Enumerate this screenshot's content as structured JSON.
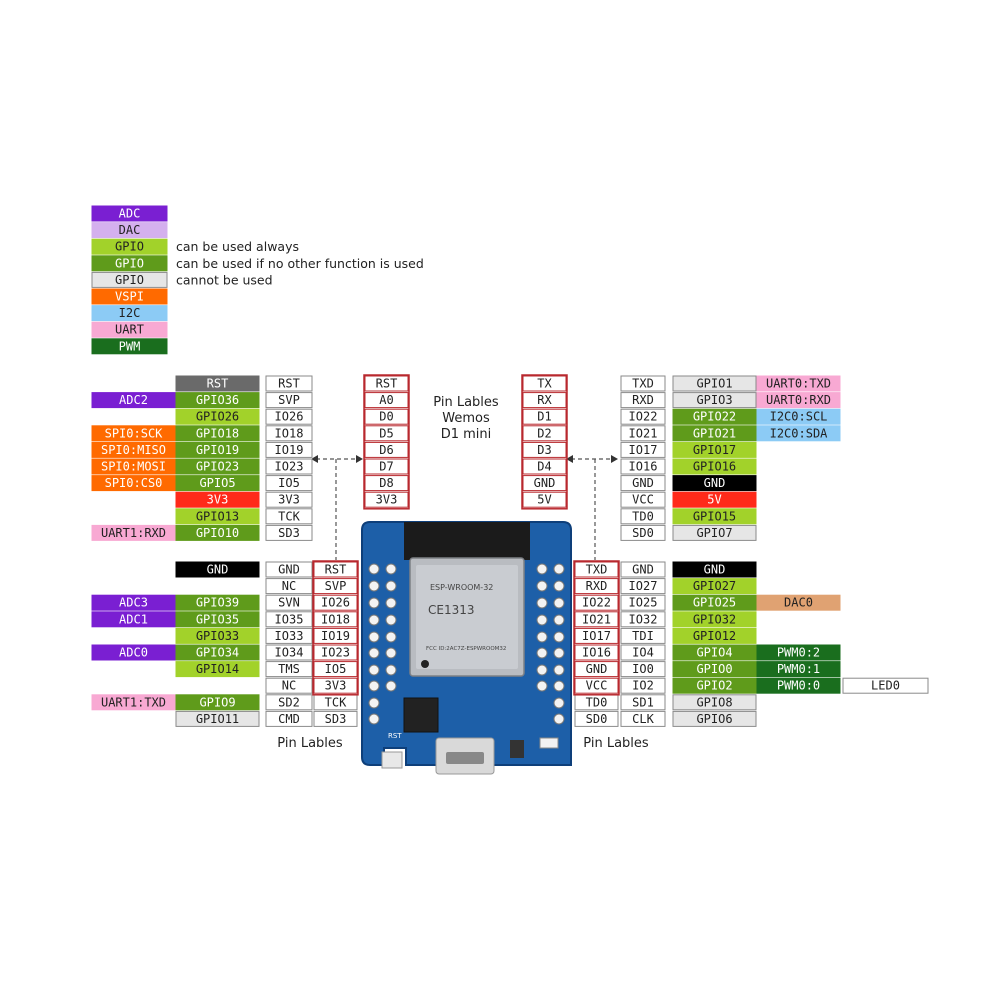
{
  "colors": {
    "ADC": "#7a1fd2",
    "DAC": "#d4b0ee",
    "GPIO_ALWAYS": "#a2d22a",
    "GPIO_COND": "#5f9b1b",
    "GPIO_NO": "#e6e6e6",
    "VSPI": "#ff6a00",
    "I2C": "#8ccbf5",
    "UART": "#f8a9d3",
    "PWM": "#1a6e1e",
    "RST": "#6a6a6a",
    "VCC": "#ff2a1a",
    "GND": "#000000",
    "DACO": "#e0a272",
    "WHITE": "#ffffff",
    "PIN_BORDER": "#b8282e",
    "BORDER": "#8a8a8a"
  },
  "legend": [
    {
      "label": "ADC",
      "color": "ADC",
      "note": ""
    },
    {
      "label": "DAC",
      "color": "DAC",
      "note": ""
    },
    {
      "label": "GPIO",
      "color": "GPIO_ALWAYS",
      "note": "can be used always"
    },
    {
      "label": "GPIO",
      "color": "GPIO_COND",
      "note": "can be used if no other function is used"
    },
    {
      "label": "GPIO",
      "color": "GPIO_NO",
      "note": "cannot be used"
    },
    {
      "label": "VSPI",
      "color": "VSPI",
      "note": ""
    },
    {
      "label": "I2C",
      "color": "I2C",
      "note": ""
    },
    {
      "label": "UART",
      "color": "UART",
      "note": ""
    },
    {
      "label": "PWM",
      "color": "PWM",
      "note": ""
    }
  ],
  "captions": {
    "center": [
      "Pin Lables",
      "Wemos",
      "D1 mini"
    ],
    "left_bottom": "Pin Lables",
    "right_bottom": "Pin Lables"
  },
  "board": {
    "module_label": "ESP-WROOM-32",
    "module_code": "CE1313",
    "module_fcc": "FCC ID:2AC7Z-ESPWROOM32",
    "rst_label": "RST"
  },
  "upper_left": [
    {
      "func": "",
      "gpio": "RST",
      "gpio_color": "RST",
      "pin": "RST"
    },
    {
      "func": "ADC2",
      "func_color": "ADC",
      "gpio": "GPIO36",
      "gpio_color": "GPIO_COND",
      "pin": "SVP"
    },
    {
      "func": "",
      "gpio": "GPIO26",
      "gpio_color": "GPIO_ALWAYS",
      "pin": "IO26"
    },
    {
      "func": "SPI0:SCK",
      "func_color": "VSPI",
      "gpio": "GPIO18",
      "gpio_color": "GPIO_COND",
      "pin": "IO18"
    },
    {
      "func": "SPI0:MISO",
      "func_color": "VSPI",
      "gpio": "GPIO19",
      "gpio_color": "GPIO_COND",
      "pin": "IO19"
    },
    {
      "func": "SPI0:MOSI",
      "func_color": "VSPI",
      "gpio": "GPIO23",
      "gpio_color": "GPIO_COND",
      "pin": "IO23"
    },
    {
      "func": "SPI0:CS0",
      "func_color": "VSPI",
      "gpio": "GPIO5",
      "gpio_color": "GPIO_COND",
      "pin": "IO5"
    },
    {
      "func": "",
      "gpio": "3V3",
      "gpio_color": "VCC",
      "pin": "3V3"
    },
    {
      "func": "",
      "gpio": "GPIO13",
      "gpio_color": "GPIO_ALWAYS",
      "pin": "TCK"
    },
    {
      "func": "UART1:RXD",
      "func_color": "UART",
      "gpio": "GPIO10",
      "gpio_color": "GPIO_COND",
      "pin": "SD3"
    }
  ],
  "wemos_left": [
    "RST",
    "A0",
    "D0",
    "D5",
    "D6",
    "D7",
    "D8",
    "3V3"
  ],
  "wemos_right": [
    "TX",
    "RX",
    "D1",
    "D2",
    "D3",
    "D4",
    "GND",
    "5V"
  ],
  "upper_right": [
    {
      "pin": "TXD",
      "gpio": "GPIO1",
      "gpio_color": "GPIO_NO",
      "func": "UART0:TXD",
      "func_color": "UART"
    },
    {
      "pin": "RXD",
      "gpio": "GPIO3",
      "gpio_color": "GPIO_NO",
      "func": "UART0:RXD",
      "func_color": "UART"
    },
    {
      "pin": "IO22",
      "gpio": "GPIO22",
      "gpio_color": "GPIO_COND",
      "func": "I2C0:SCL",
      "func_color": "I2C"
    },
    {
      "pin": "IO21",
      "gpio": "GPIO21",
      "gpio_color": "GPIO_COND",
      "func": "I2C0:SDA",
      "func_color": "I2C"
    },
    {
      "pin": "IO17",
      "gpio": "GPIO17",
      "gpio_color": "GPIO_ALWAYS",
      "func": ""
    },
    {
      "pin": "IO16",
      "gpio": "GPIO16",
      "gpio_color": "GPIO_ALWAYS",
      "func": ""
    },
    {
      "pin": "GND",
      "gpio": "GND",
      "gpio_color": "GND",
      "func": ""
    },
    {
      "pin": "VCC",
      "gpio": "5V",
      "gpio_color": "VCC",
      "func": ""
    },
    {
      "pin": "TD0",
      "gpio": "GPIO15",
      "gpio_color": "GPIO_ALWAYS",
      "func": ""
    },
    {
      "pin": "SD0",
      "gpio": "GPIO7",
      "gpio_color": "GPIO_NO",
      "func": ""
    }
  ],
  "lower_left": [
    {
      "func": "",
      "gpio": "GND",
      "gpio_color": "GND",
      "pin_out": "GND",
      "pin_in": "RST"
    },
    {
      "func": "",
      "gpio": "",
      "gpio_color": "",
      "pin_out": "NC",
      "pin_in": "SVP"
    },
    {
      "func": "ADC3",
      "func_color": "ADC",
      "gpio": "GPIO39",
      "gpio_color": "GPIO_COND",
      "pin_out": "SVN",
      "pin_in": "IO26"
    },
    {
      "func": "ADC1",
      "func_color": "ADC",
      "gpio": "GPIO35",
      "gpio_color": "GPIO_COND",
      "pin_out": "IO35",
      "pin_in": "IO18"
    },
    {
      "func": "",
      "gpio": "GPIO33",
      "gpio_color": "GPIO_ALWAYS",
      "pin_out": "IO33",
      "pin_in": "IO19"
    },
    {
      "func": "ADC0",
      "func_color": "ADC",
      "gpio": "GPIO34",
      "gpio_color": "GPIO_COND",
      "pin_out": "IO34",
      "pin_in": "IO23"
    },
    {
      "func": "",
      "gpio": "GPIO14",
      "gpio_color": "GPIO_ALWAYS",
      "pin_out": "TMS",
      "pin_in": "IO5"
    },
    {
      "func": "",
      "gpio": "",
      "gpio_color": "",
      "pin_out": "NC",
      "pin_in": "3V3"
    },
    {
      "func": "UART1:TXD",
      "func_color": "UART",
      "gpio": "GPIO9",
      "gpio_color": "GPIO_COND",
      "pin_out": "SD2",
      "pin_in": "TCK"
    },
    {
      "func": "",
      "gpio": "GPIO11",
      "gpio_color": "GPIO_NO",
      "pin_out": "CMD",
      "pin_in": "SD3"
    }
  ],
  "lower_right": [
    {
      "pin_in": "TXD",
      "pin_out": "GND",
      "gpio": "GND",
      "gpio_color": "GND",
      "func": "",
      "extra": ""
    },
    {
      "pin_in": "RXD",
      "pin_out": "IO27",
      "gpio": "GPIO27",
      "gpio_color": "GPIO_ALWAYS",
      "func": "",
      "extra": ""
    },
    {
      "pin_in": "IO22",
      "pin_out": "IO25",
      "gpio": "GPIO25",
      "gpio_color": "GPIO_COND",
      "func": "DAC0",
      "func_color": "DACO",
      "extra": ""
    },
    {
      "pin_in": "IO21",
      "pin_out": "IO32",
      "gpio": "GPIO32",
      "gpio_color": "GPIO_ALWAYS",
      "func": "",
      "extra": ""
    },
    {
      "pin_in": "IO17",
      "pin_out": "TDI",
      "gpio": "GPIO12",
      "gpio_color": "GPIO_ALWAYS",
      "func": "",
      "extra": ""
    },
    {
      "pin_in": "IO16",
      "pin_out": "IO4",
      "gpio": "GPIO4",
      "gpio_color": "GPIO_COND",
      "func": "PWM0:2",
      "func_color": "PWM",
      "extra": ""
    },
    {
      "pin_in": "GND",
      "pin_out": "IO0",
      "gpio": "GPIO0",
      "gpio_color": "GPIO_COND",
      "func": "PWM0:1",
      "func_color": "PWM",
      "extra": ""
    },
    {
      "pin_in": "VCC",
      "pin_out": "IO2",
      "gpio": "GPIO2",
      "gpio_color": "GPIO_COND",
      "func": "PWM0:0",
      "func_color": "PWM",
      "extra": "LED0"
    },
    {
      "pin_in": "TD0",
      "pin_out": "SD1",
      "gpio": "GPIO8",
      "gpio_color": "GPIO_NO",
      "func": "",
      "extra": ""
    },
    {
      "pin_in": "SD0",
      "pin_out": "CLK",
      "gpio": "GPIO6",
      "gpio_color": "GPIO_NO",
      "func": "",
      "extra": ""
    }
  ]
}
